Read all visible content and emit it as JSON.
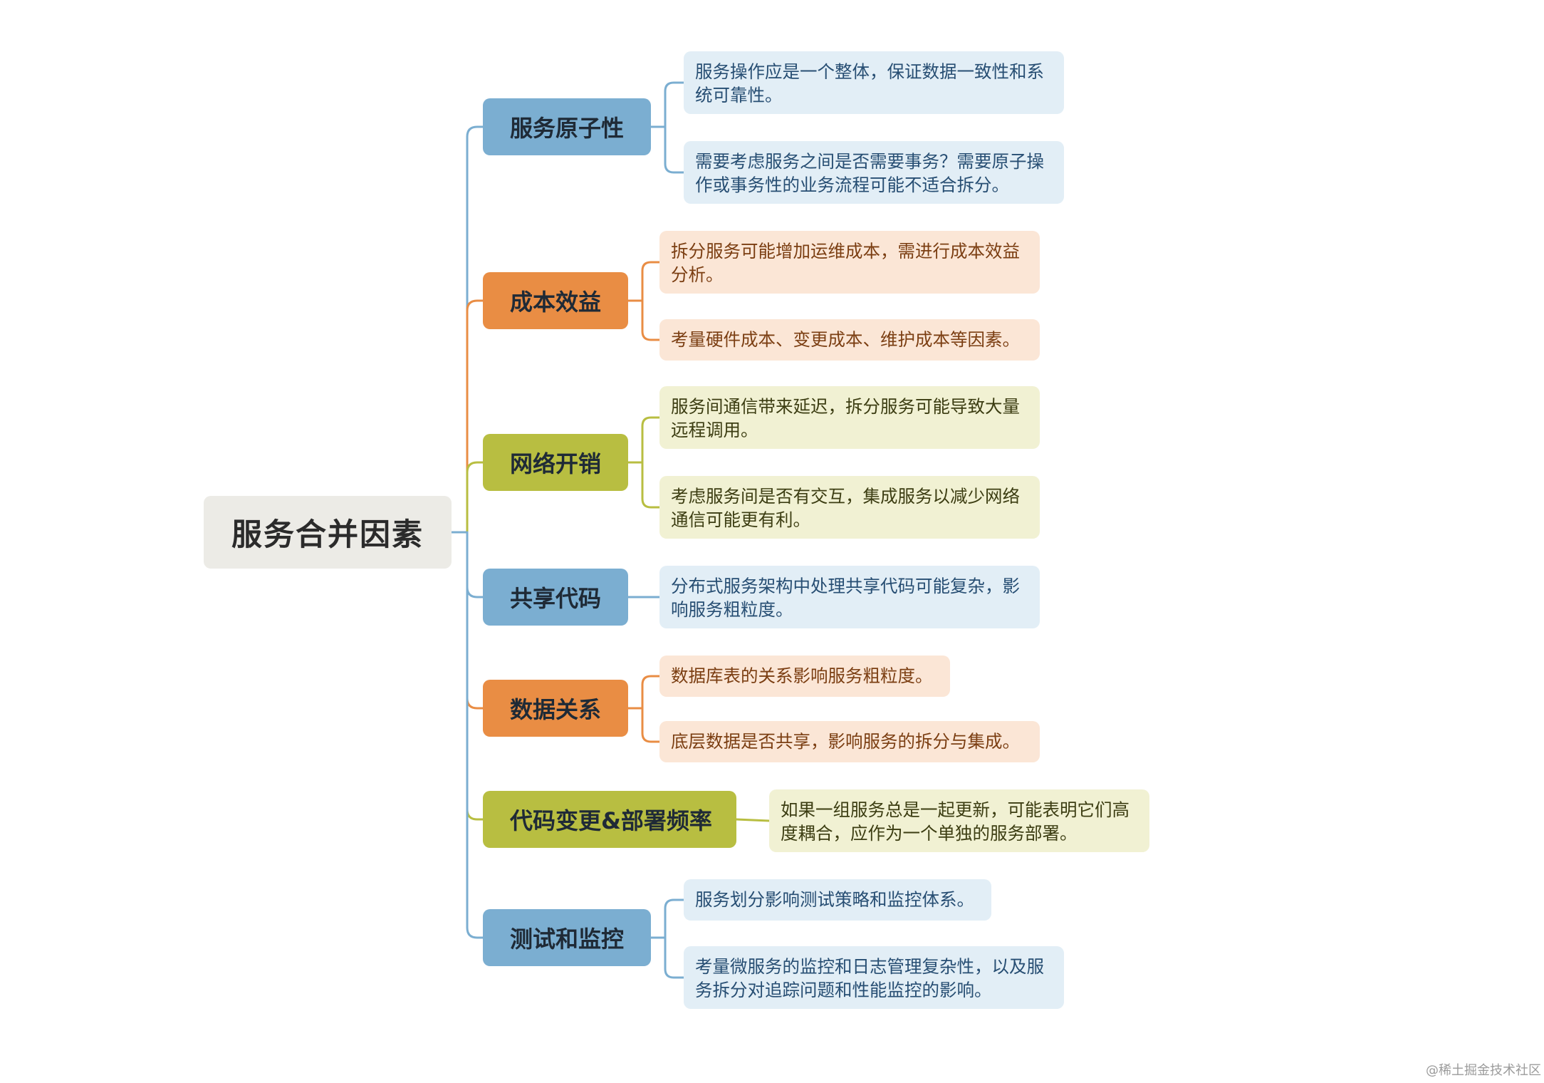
{
  "root": {
    "label": "服务合并因素"
  },
  "colors": {
    "blue": "#7baed1",
    "orange": "#e98d44",
    "olive": "#b8be41",
    "root_bg": "#ecebe6"
  },
  "branches": [
    {
      "label": "服务原子性",
      "color": "blue",
      "leaves": [
        {
          "lines": [
            "服务操作应是一个整体，保证数据一致性和系",
            "统可靠性。"
          ]
        },
        {
          "lines": [
            "需要考虑服务之间是否需要事务？需要原子操",
            "作或事务性的业务流程可能不适合拆分。"
          ]
        }
      ]
    },
    {
      "label": "成本效益",
      "color": "orange",
      "leaves": [
        {
          "lines": [
            "拆分服务可能增加运维成本，需进行成本效益",
            "分析。"
          ]
        },
        {
          "lines": [
            "考量硬件成本、变更成本、维护成本等因素。"
          ]
        }
      ]
    },
    {
      "label": "网络开销",
      "color": "olive",
      "leaves": [
        {
          "lines": [
            "服务间通信带来延迟，拆分服务可能导致大量",
            "远程调用。"
          ]
        },
        {
          "lines": [
            "考虑服务间是否有交互，集成服务以减少网络",
            "通信可能更有利。"
          ]
        }
      ]
    },
    {
      "label": "共享代码",
      "color": "blue",
      "leaves": [
        {
          "lines": [
            "分布式服务架构中处理共享代码可能复杂，影",
            "响服务粗粒度。"
          ]
        }
      ]
    },
    {
      "label": "数据关系",
      "color": "orange",
      "leaves": [
        {
          "lines": [
            "数据库表的关系影响服务粗粒度。"
          ]
        },
        {
          "lines": [
            "底层数据是否共享，影响服务的拆分与集成。"
          ]
        }
      ]
    },
    {
      "label": "代码变更&部署频率",
      "color": "olive",
      "leaves": [
        {
          "lines": [
            "如果一组服务总是一起更新，可能表明它们高",
            "度耦合，应作为一个单独的服务部署。"
          ]
        }
      ]
    },
    {
      "label": "测试和监控",
      "color": "blue",
      "leaves": [
        {
          "lines": [
            "服务划分影响测试策略和监控体系。"
          ]
        },
        {
          "lines": [
            "考量微服务的监控和日志管理复杂性，以及服",
            "务拆分对追踪问题和性能监控的影响。"
          ]
        }
      ]
    }
  ],
  "watermark": "@稀土掘金技术社区"
}
